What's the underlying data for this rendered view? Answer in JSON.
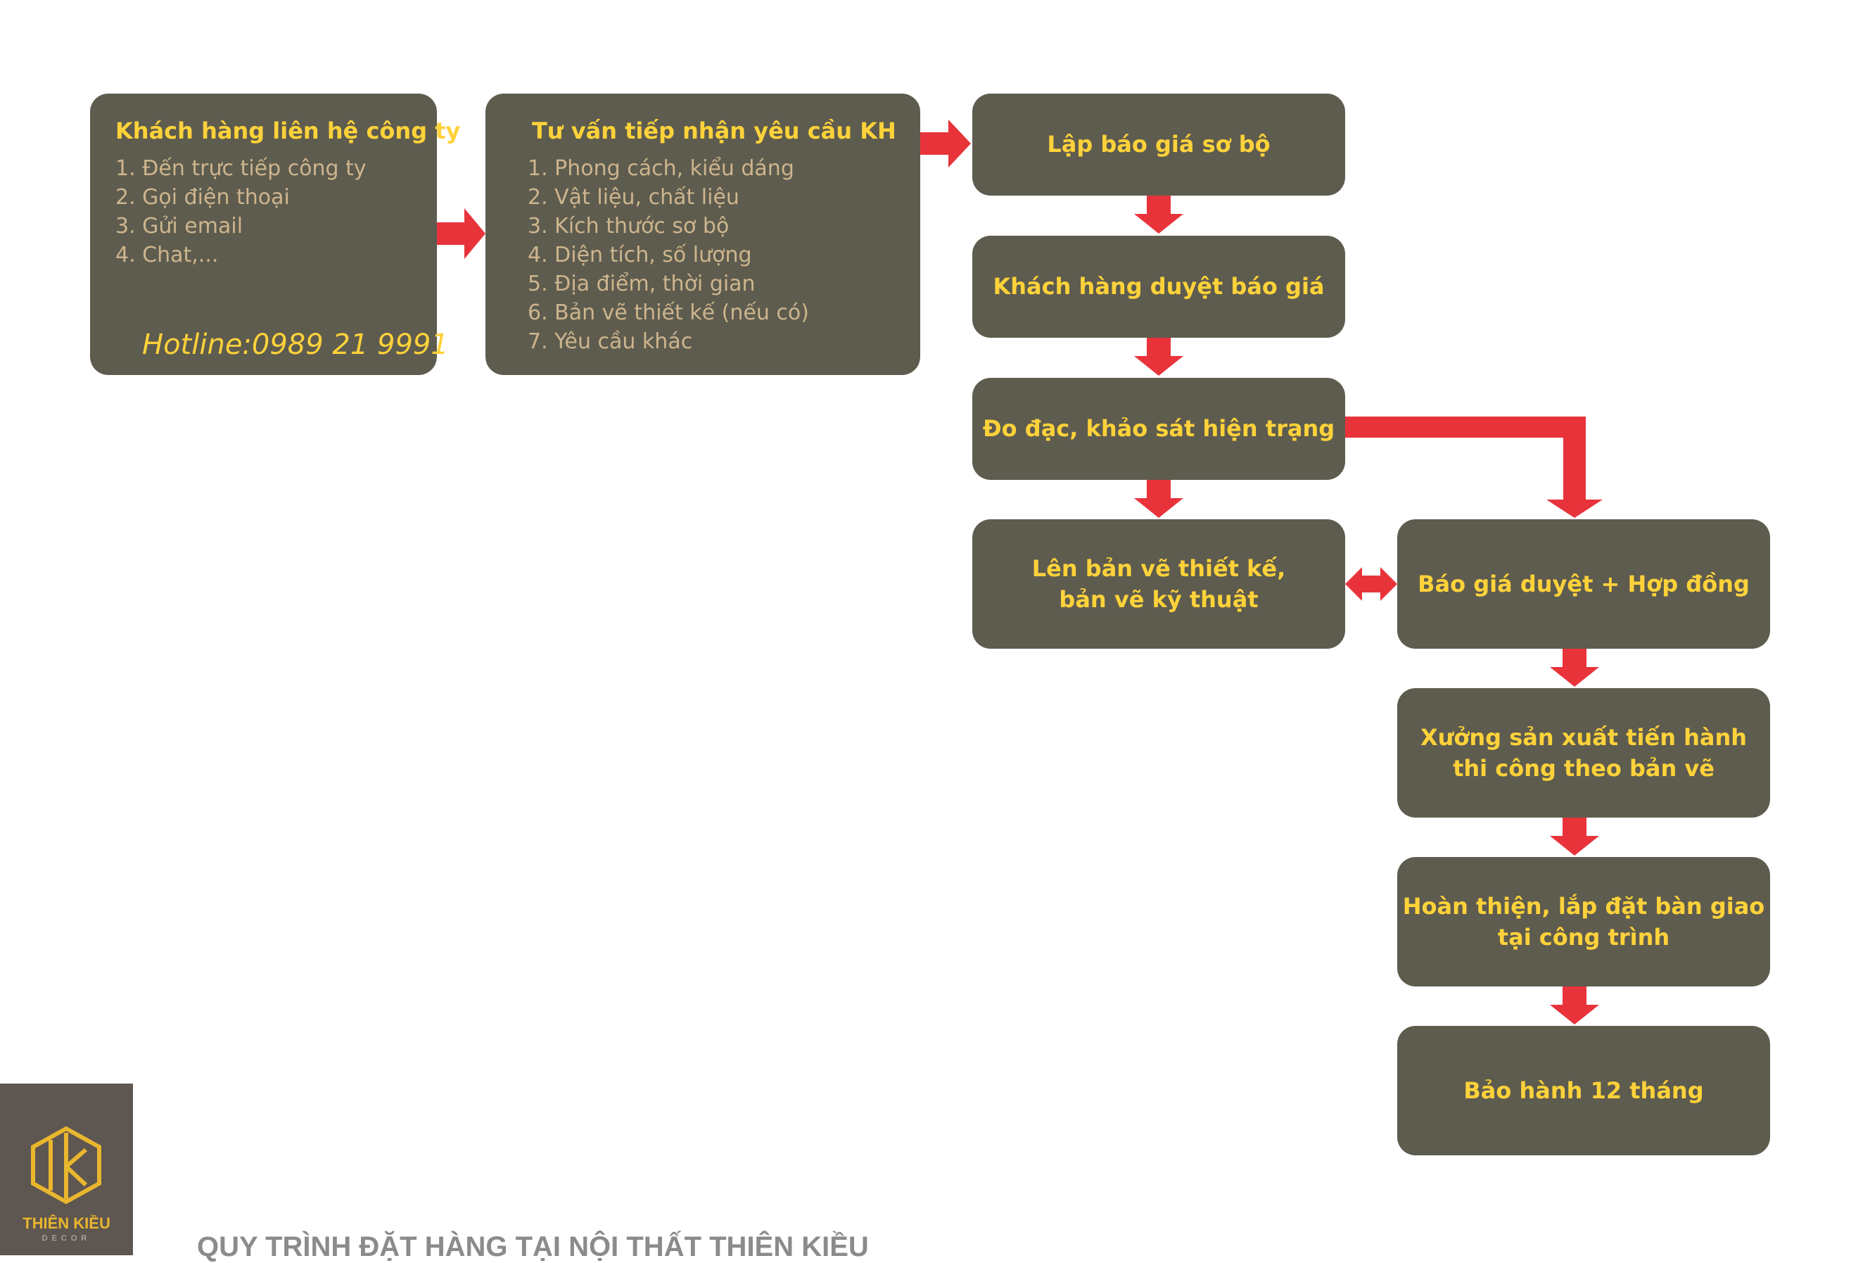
{
  "contact_box": {
    "title": "Khách hàng liên hệ công ty",
    "items": [
      "1. Đến trực tiếp công ty",
      "2. Gọi điện thoại",
      "3. Gửi email",
      "4. Chat,..."
    ],
    "hotline": "Hotline:0989 21 9991"
  },
  "consult_box": {
    "title": "Tư vấn tiếp nhận yêu cầu KH",
    "items": [
      "1. Phong cách, kiểu dáng",
      "2. Vật liệu, chất liệu",
      "3. Kích thước sơ bộ",
      "4. Diện tích, số lượng",
      "5. Địa điểm, thời gian",
      "6. Bản vẽ thiết kế (nếu có)",
      "7. Yêu cầu khác"
    ]
  },
  "steps": {
    "quote": "Lập báo giá sơ bộ",
    "approve": "Khách hàng duyệt báo giá",
    "survey": "Đo đạc, khảo sát hiện trạng",
    "design": "Lên bản vẽ thiết kế,\nbản vẽ kỹ thuật",
    "contract": "Báo giá duyệt + Hợp đồng",
    "production": "Xưởng sản xuất tiến hành\nthi công theo bản vẽ",
    "install": "Hoàn thiện, lắp đặt bàn giao\ntại công trình",
    "warranty": "Bảo hành 12 tháng"
  },
  "logo": {
    "name": "THIÊN KIỀU",
    "sub": "DECOR"
  },
  "page_title": "QUY TRÌNH ĐẶT HÀNG TẠI NỘI THẤT THIÊN KIỀU",
  "colors": {
    "box_fill": "#5e5c4e",
    "title_text": "#ffd23a",
    "list_text": "#cdb58e",
    "arrow": "#e8333b",
    "logo_bg": "#5e5650",
    "logo_gold": "#e9b62e",
    "footer_text": "#8b8a8c"
  },
  "icons": [
    "right-arrow-icon",
    "down-arrow-icon",
    "double-arrow-icon",
    "logo-hexagon-icon"
  ]
}
